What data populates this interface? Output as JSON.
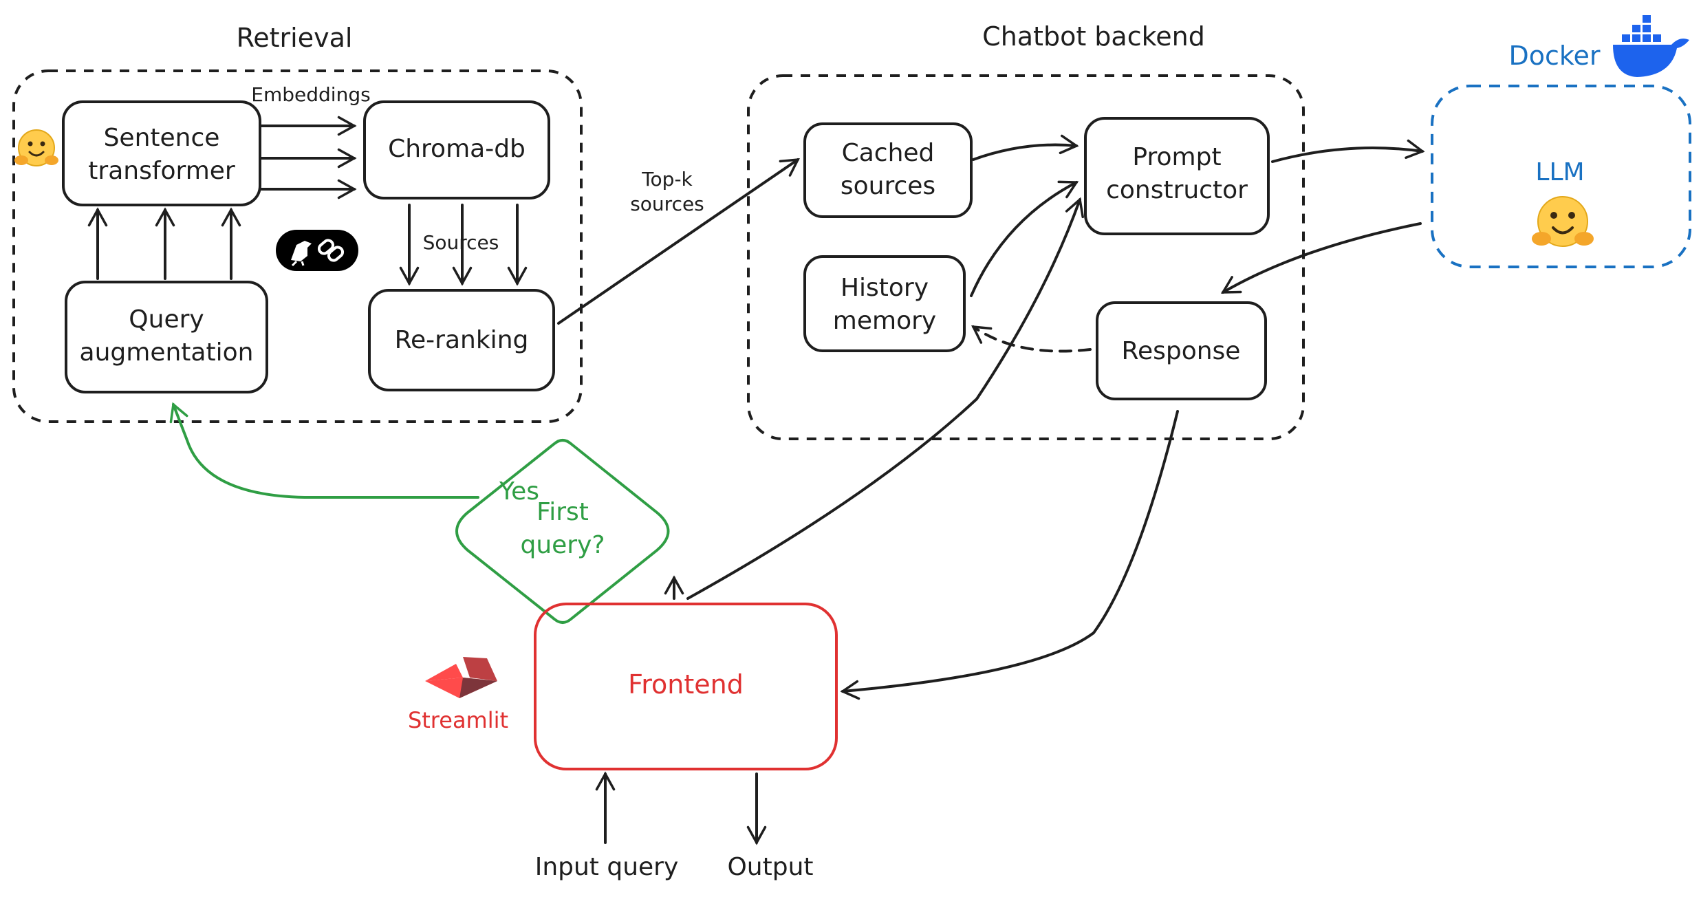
{
  "colors": {
    "ink": "#1e1e1e",
    "docker": "#1971c2",
    "streamlit": "#e03131",
    "decision": "#2f9e44"
  },
  "groups": {
    "retrieval": "Retrieval",
    "chatbot_backend": "Chatbot backend"
  },
  "nodes": {
    "sentence_transformer": [
      "Sentence",
      "transformer"
    ],
    "chroma_db": "Chroma-db",
    "query_augmentation": [
      "Query",
      "augmentation"
    ],
    "re_ranking": "Re-ranking",
    "cached_sources": [
      "Cached",
      "sources"
    ],
    "history_memory": [
      "History",
      "memory"
    ],
    "prompt_constructor": [
      "Prompt",
      "constructor"
    ],
    "response": "Response",
    "llm": "LLM",
    "first_query": [
      "First",
      "query?"
    ],
    "frontend": "Frontend"
  },
  "edge_labels": {
    "embeddings": "Embeddings",
    "sources": "Sources",
    "top_k": [
      "Top-k",
      "sources"
    ],
    "yes": "Yes",
    "input_query": "Input query",
    "output": "Output"
  },
  "logos": {
    "docker": "Docker",
    "streamlit": "Streamlit",
    "huggingface_icon": "hugging-face-emoji",
    "langchain_icon": "parrot-chain-logo"
  }
}
